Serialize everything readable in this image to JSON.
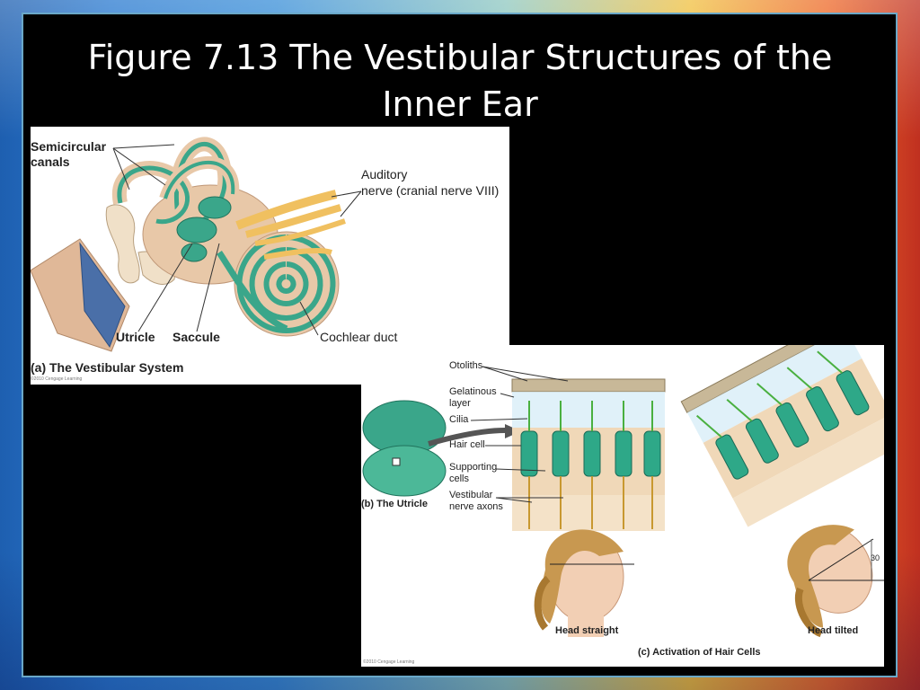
{
  "slide": {
    "title": "Figure 7.13 The Vestibular Structures of the\nInner Ear"
  },
  "panel_a": {
    "labels": {
      "semicircular": "Semicircular\ncanals",
      "auditory": "Auditory\nnerve (cranial nerve VIII)",
      "utricle": "Utricle",
      "saccule": "Saccule",
      "cochlear_duct": "Cochlear duct"
    },
    "caption": "(a) The Vestibular System",
    "credit": "©2010 Cengage Learning"
  },
  "panel_b": {
    "labels": {
      "otoliths": "Otoliths",
      "gelatinous": "Gelatinous\nlayer",
      "cilia": "Cilia",
      "hair_cell": "Hair cell",
      "supporting": "Supporting\ncells",
      "vestibular": "Vestibular\nnerve axons"
    },
    "caption_b": "(b) The Utricle",
    "head_straight": "Head straight",
    "head_tilted": "Head tilted",
    "angle": "30",
    "caption_c": "(c) Activation of Hair Cells",
    "credit": "©2010 Cengage Learning"
  },
  "colors": {
    "slide_bg": "#000000",
    "title_text": "#ffffff",
    "membrane_green": "#3aa68a",
    "bone_tan": "#e8c8a8"
  }
}
